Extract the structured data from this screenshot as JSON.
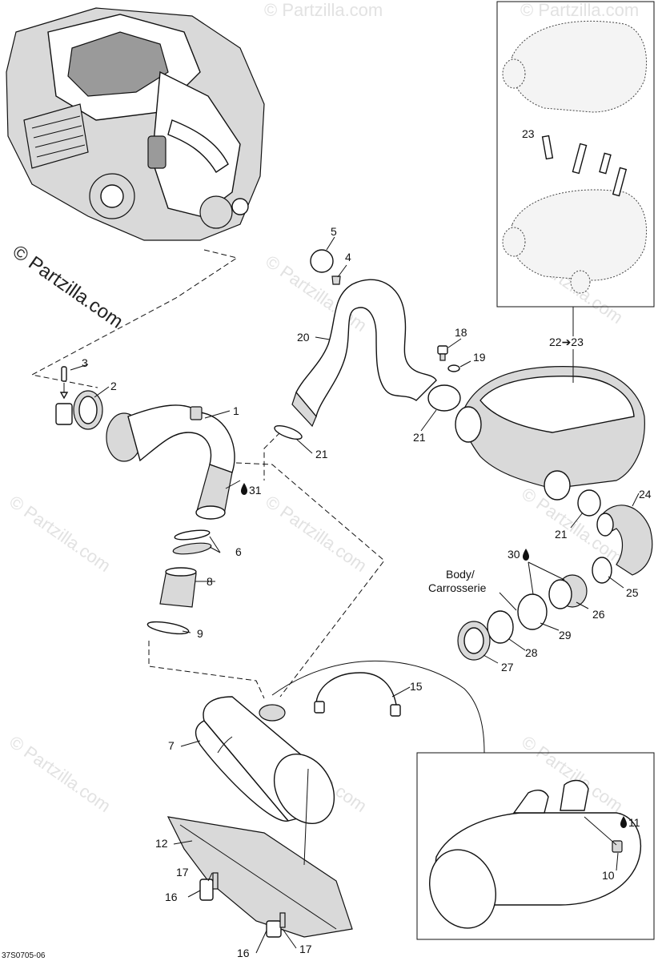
{
  "watermark": "© Partzilla.com",
  "figure_code": "37S0705-06",
  "body_label": [
    "Body/",
    "Carrosserie"
  ],
  "inset_ref": "22➔23",
  "callouts": {
    "c1": "1",
    "c2": "2",
    "c3": "3",
    "c4": "4",
    "c5": "5",
    "c6": "6",
    "c7": "7",
    "c8": "8",
    "c9": "9",
    "c10": "10",
    "c11": "11",
    "c12": "12",
    "c15": "15",
    "c16a": "16",
    "c16b": "16",
    "c17a": "17",
    "c17b": "17",
    "c18": "18",
    "c19": "19",
    "c20": "20",
    "c21a": "21",
    "c21b": "21",
    "c21c": "21",
    "c23": "23",
    "c24": "24",
    "c25": "25",
    "c26": "26",
    "c27": "27",
    "c28": "28",
    "c29": "29",
    "c30": "30",
    "c31": "31"
  }
}
